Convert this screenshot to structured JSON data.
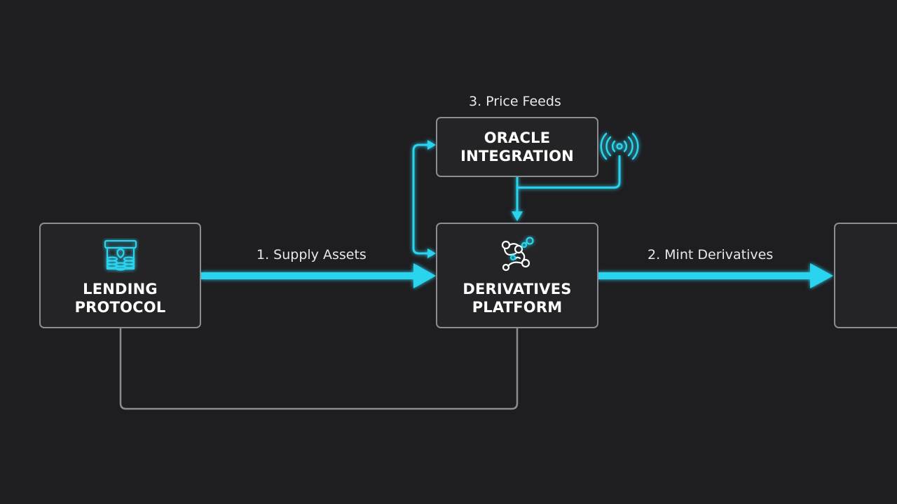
{
  "colors": {
    "background": "#1e1e21",
    "node_border": "#8a8d91",
    "accent": "#2bd4ee",
    "text": "#ffffff"
  },
  "nodes": {
    "lending": {
      "line1": "LENDING",
      "line2": "PROTOCOL",
      "icon": "coin-vault-icon"
    },
    "derivatives": {
      "line1": "DERIVATIVES",
      "line2": "PLATFORM",
      "icon": "linked-nodes-icon"
    },
    "oracle": {
      "line1": "ORACLE",
      "line2": "INTEGRATION",
      "icon": "signal-broadcast-icon"
    }
  },
  "edges": {
    "supply": {
      "label": "1. Supply Assets"
    },
    "mint": {
      "label": "2. Mint Derivatives"
    },
    "price": {
      "label": "3. Price Feeds"
    }
  }
}
